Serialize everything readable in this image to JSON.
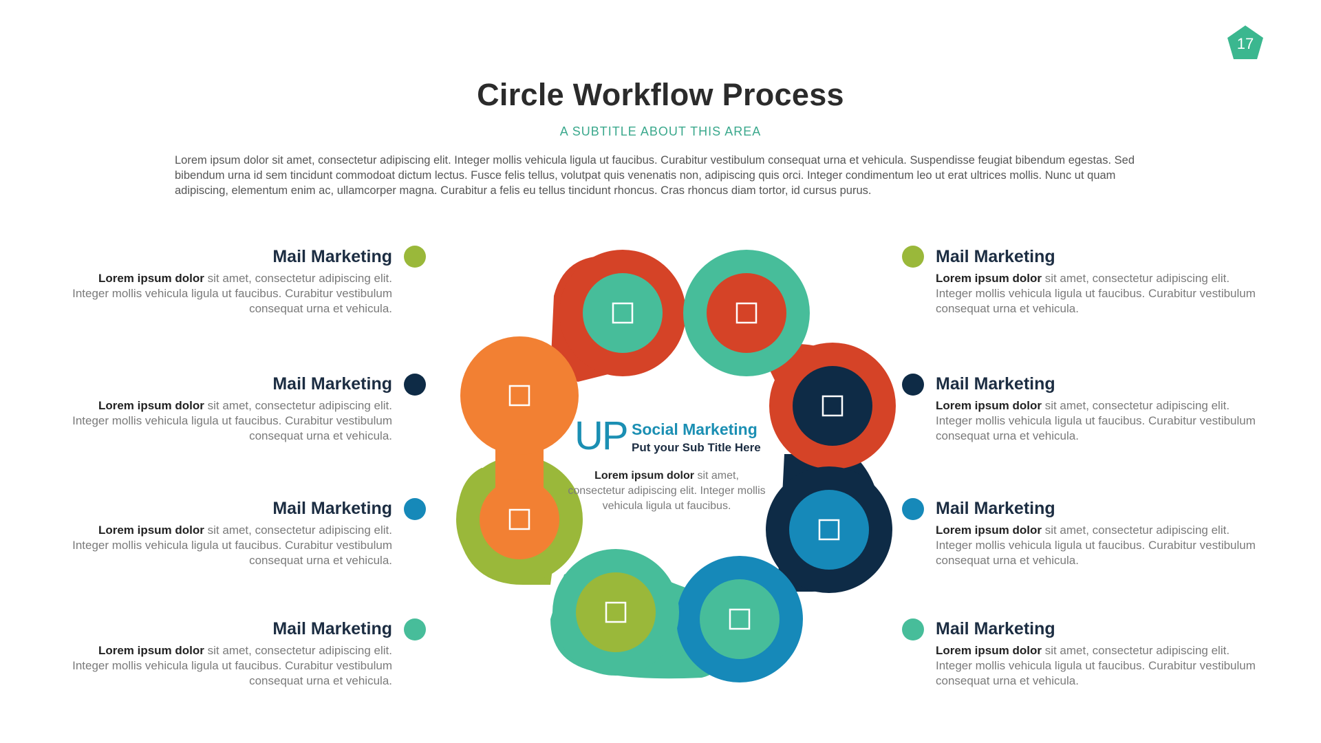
{
  "page": {
    "number": "17",
    "title": "Circle Workflow Process",
    "subtitle": "A SUBTITLE ABOUT THIS AREA",
    "intro": "Lorem ipsum dolor sit amet, consectetur adipiscing elit. Integer mollis vehicula ligula ut faucibus. Curabitur vestibulum consequat urna et vehicula. Suspendisse feugiat bibendum egestas. Sed bibendum urna id sem tincidunt commodoat dictum lectus. Fusce felis tellus, volutpat quis venenatis non, adipiscing quis orci. Integer condimentum leo ut erat ultrices mollis. Nunc ut quam adipiscing, elementum enim ac, ullamcorper magna. Curabitur a felis eu tellus tincidunt rhoncus. Cras rhoncus diam tortor, id cursus purus."
  },
  "colors": {
    "teal": "#47bd9a",
    "green": "#9ab83a",
    "orange": "#f28033",
    "red": "#d54327",
    "navy": "#0e2b46",
    "blue": "#1689b9",
    "badge": "#3bb78f"
  },
  "items": {
    "left": [
      {
        "heading": "Mail Marketing",
        "lead": "Lorem ipsum dolor",
        "text": "sit amet, consectetur adipiscing elit. Integer mollis vehicula ligula ut faucibus. Curabitur vestibulum consequat urna et vehicula.",
        "color": "#9ab83a"
      },
      {
        "heading": "Mail Marketing",
        "lead": "Lorem ipsum dolor",
        "text": "sit amet, consectetur adipiscing elit. Integer mollis vehicula ligula ut faucibus. Curabitur vestibulum consequat urna et vehicula.",
        "color": "#0e2b46"
      },
      {
        "heading": "Mail Marketing",
        "lead": "Lorem ipsum dolor",
        "text": "sit amet, consectetur adipiscing elit. Integer mollis vehicula ligula ut faucibus. Curabitur vestibulum consequat urna et vehicula.",
        "color": "#1689b9"
      },
      {
        "heading": "Mail Marketing",
        "lead": "Lorem ipsum dolor",
        "text": "sit amet, consectetur adipiscing elit. Integer mollis vehicula ligula ut faucibus. Curabitur vestibulum consequat urna et vehicula.",
        "color": "#47bd9a"
      }
    ],
    "right": [
      {
        "heading": "Mail Marketing",
        "lead": "Lorem ipsum dolor",
        "text": "sit amet, consectetur adipiscing elit. Integer mollis vehicula ligula ut faucibus. Curabitur vestibulum consequat urna et vehicula.",
        "color": "#9ab83a"
      },
      {
        "heading": "Mail Marketing",
        "lead": "Lorem ipsum dolor",
        "text": "sit amet, consectetur adipiscing elit. Integer mollis vehicula ligula ut faucibus. Curabitur vestibulum consequat urna et vehicula.",
        "color": "#0e2b46"
      },
      {
        "heading": "Mail Marketing",
        "lead": "Lorem ipsum dolor",
        "text": "sit amet, consectetur adipiscing elit. Integer mollis vehicula ligula ut faucibus. Curabitur vestibulum consequat urna et vehicula.",
        "color": "#1689b9"
      },
      {
        "heading": "Mail Marketing",
        "lead": "Lorem ipsum dolor",
        "text": "sit amet, consectetur adipiscing elit. Integer mollis vehicula ligula ut faucibus. Curabitur vestibulum consequat urna et vehicula.",
        "color": "#47bd9a"
      }
    ]
  },
  "center": {
    "logo": "UP",
    "title": "Social Marketing",
    "subtitle": "Put your Sub Title Here",
    "lead": "Lorem ipsum dolor",
    "text": "sit amet, consectetur adipiscing elit. Integer mollis vehicula ligula ut faucibus."
  },
  "diagram": {
    "nodes": [
      {
        "name": "node-1",
        "color": "#47bd9a",
        "icon": "square-icon"
      },
      {
        "name": "node-2",
        "color": "#d54327",
        "icon": "square-icon"
      },
      {
        "name": "node-3",
        "color": "#0e2b46",
        "icon": "square-icon"
      },
      {
        "name": "node-4",
        "color": "#1689b9",
        "icon": "square-icon"
      },
      {
        "name": "node-5",
        "color": "#47bd9a",
        "icon": "square-icon"
      },
      {
        "name": "node-6",
        "color": "#9ab83a",
        "icon": "square-icon"
      },
      {
        "name": "node-7",
        "color": "#f28033",
        "icon": "square-icon"
      },
      {
        "name": "node-8",
        "color": "#f28033",
        "icon": "square-icon"
      }
    ]
  }
}
